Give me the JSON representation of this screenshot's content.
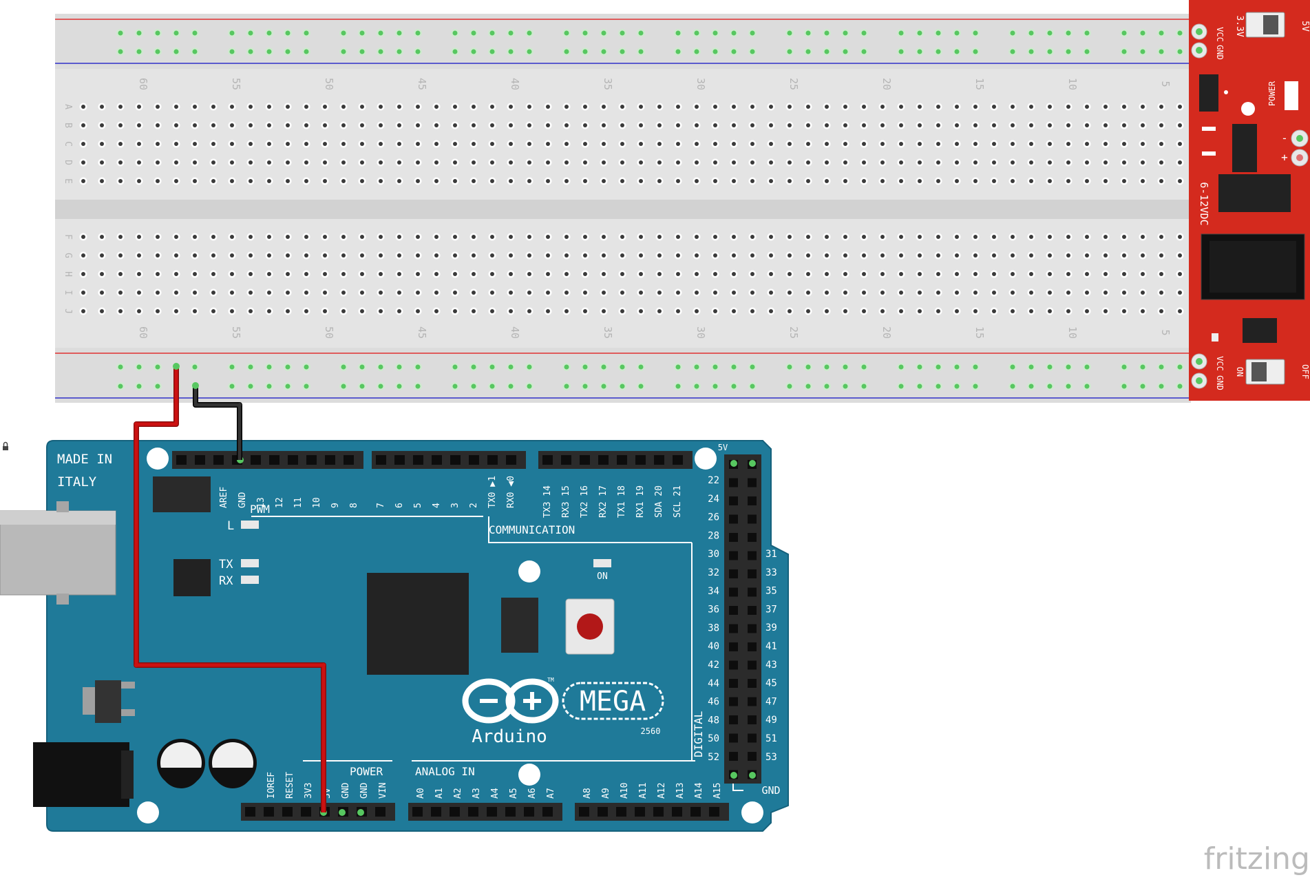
{
  "colors": {
    "board": "#1f7a99",
    "board_edge": "#15617c",
    "breadboard": "#e6e6e6",
    "psu": "#d42a1e",
    "wire_red": "#cc1111",
    "wire_black": "#1a1a1a",
    "hole_green": "#57c760",
    "rail_red": "#e03030",
    "rail_blue": "#3030c8"
  },
  "breadboard": {
    "column_numbers": [
      "60",
      "55",
      "50",
      "45",
      "40",
      "35",
      "30",
      "25",
      "20",
      "15",
      "10",
      "5"
    ],
    "rows_top": [
      "A",
      "B",
      "C",
      "D",
      "E"
    ],
    "rows_bottom": [
      "F",
      "G",
      "H",
      "I",
      "J"
    ]
  },
  "power_supply": {
    "vcc": "VCC",
    "gnd": "GND",
    "v33": "3.3V",
    "v5": "5V",
    "power": "POWER",
    "dc_input": "6-12VDC",
    "on": "ON",
    "off": "OFF",
    "minus": "-",
    "plus": "+"
  },
  "arduino": {
    "made_in_1": "MADE IN",
    "made_in_2": "ITALY",
    "pwm": "PWM",
    "communication": "COMMUNICATION",
    "power_label": "POWER",
    "analog_in": "ANALOG IN",
    "digital": "DIGITAL",
    "mega": "MEGA",
    "brand": "Arduino",
    "model": "2560",
    "tm": "TM",
    "led_l": "L",
    "led_tx": "TX",
    "led_rx": "RX",
    "led_on": "ON",
    "pin_5v": "5V",
    "pin_gnd": "GND",
    "top_pins_1": [
      "AREF",
      "GND",
      "13",
      "12",
      "11",
      "10",
      "9",
      "8"
    ],
    "top_pins_2": [
      "7",
      "6",
      "5",
      "4",
      "3",
      "2",
      "TX0 ▶1",
      "RX0 ◀0"
    ],
    "top_pins_3": [
      "TX3 14",
      "RX3 15",
      "TX2 16",
      "RX2 17",
      "TX1 18",
      "RX1 19",
      "SDA 20",
      "SCL 21"
    ],
    "power_pins": [
      "IOREF",
      "RESET",
      "3V3",
      "5V",
      "GND",
      "GND",
      "VIN"
    ],
    "analog_pins_1": [
      "A0",
      "A1",
      "A2",
      "A3",
      "A4",
      "A5",
      "A6",
      "A7"
    ],
    "analog_pins_2": [
      "A8",
      "A9",
      "A10",
      "A11",
      "A12",
      "A13",
      "A14",
      "A15"
    ],
    "digital_left": [
      "22",
      "24",
      "26",
      "28",
      "30",
      "32",
      "34",
      "36",
      "38",
      "40",
      "42",
      "44",
      "46",
      "48",
      "50",
      "52"
    ],
    "digital_right": [
      "31",
      "33",
      "35",
      "37",
      "39",
      "41",
      "43",
      "45",
      "47",
      "49",
      "51",
      "53"
    ]
  },
  "watermark": "fritzing"
}
